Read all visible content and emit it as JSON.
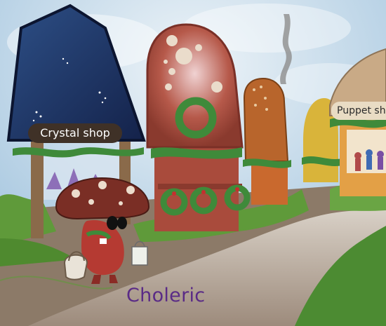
{
  "scene": {
    "shops": [
      {
        "sign": "Crystal shop"
      },
      {
        "sign": "Puppet sh"
      }
    ],
    "character": {
      "name": "Choleric"
    }
  },
  "colors": {
    "sky": "#cfe0ee",
    "crystal_roof": "#22386a",
    "mushroom_house": "#a84a3c",
    "tower": "#b8652c",
    "yellow_house": "#d9b43a",
    "grass": "#5f9a3a",
    "path": "#b9aa9a",
    "wreath": "#3f8a3a",
    "label": "#5a2b86"
  },
  "icons": [
    "wreath-icon",
    "smoke-icon",
    "shopping-bag-icon",
    "basket-icon"
  ]
}
